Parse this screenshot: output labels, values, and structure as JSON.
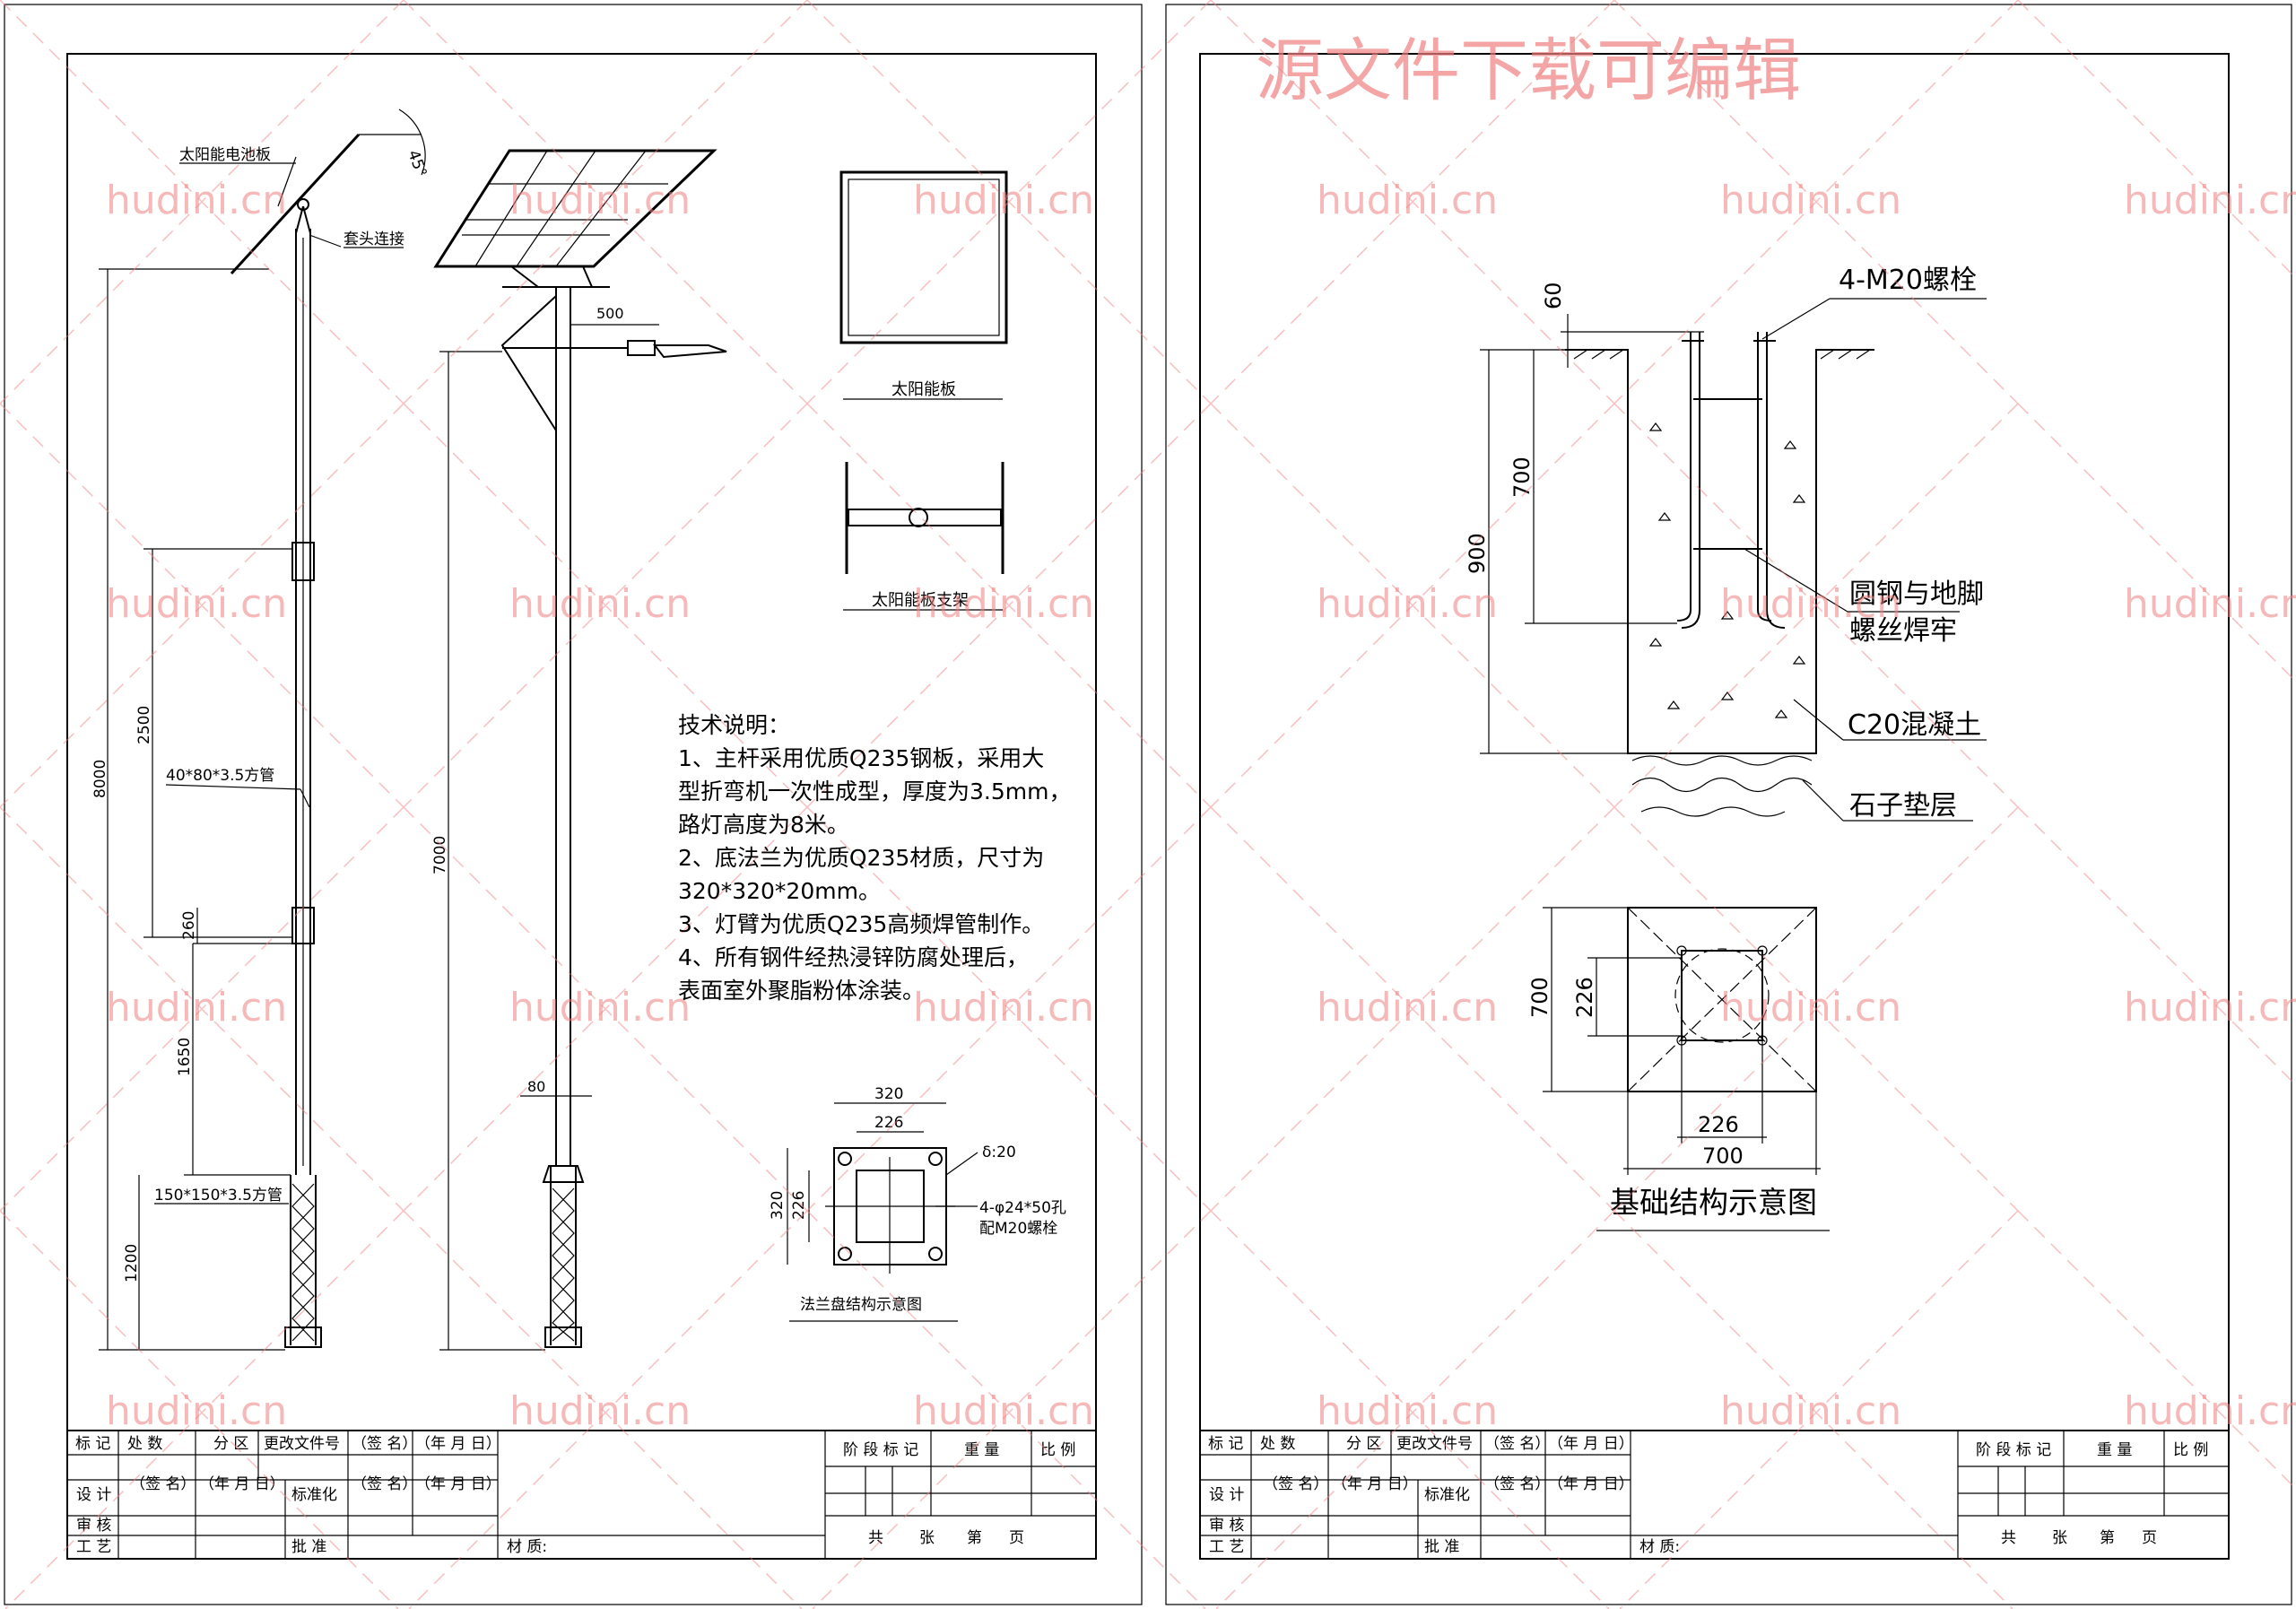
{
  "watermark": {
    "site": "hudini.cn",
    "banner": "源文件下载可编辑",
    "color": "#f08080"
  },
  "left_sheet": {
    "labels": {
      "solar_panel_small": "太阳能电池板",
      "angle": "45°",
      "sleeve_connector": "套头连接",
      "square_tube_40": "40*80*3.5方管",
      "square_tube_150": "150*150*3.5方管",
      "arm_500": "500",
      "pole_80": "80"
    },
    "dims_left": [
      "8000",
      "2500",
      "260",
      "1650",
      "1200"
    ],
    "dims_right": [
      "7000"
    ],
    "panel_caption": "太阳能板",
    "bracket_caption": "太阳能板支架",
    "notes": [
      "技术说明：",
      "1、主杆采用优质Q235钢板，采用大",
      "型折弯机一次性成型，厚度为3.5mm，",
      "路灯高度为8米。",
      "2、底法兰为优质Q235材质，尺寸为",
      "320*320*20mm。",
      "3、灯臂为优质Q235高频焊管制作。",
      "4、所有钢件经热浸锌防腐处理后，",
      "表面室外聚脂粉体涂装。"
    ],
    "flange": {
      "dim_320_top": "320",
      "dim_226_top": "226",
      "dim_320_side": "320",
      "dim_226_side": "226",
      "thickness": "δ:20",
      "holes_1": "4-φ24*50孔",
      "holes_2": "配M20螺栓",
      "caption": "法兰盘结构示意图"
    }
  },
  "right_sheet": {
    "bolt": "4-M20螺栓",
    "dim_60": "60",
    "dim_700_v": "700",
    "dim_900": "900",
    "weld_1": "圆钢与地脚",
    "weld_2": "螺丝焊牢",
    "concrete": "C20混凝土",
    "gravel": "石子垫层",
    "plan_700_v": "700",
    "plan_226_v": "226",
    "plan_226_h": "226",
    "plan_700_h": "700",
    "caption": "基础结构示意图"
  },
  "title_block": {
    "row1": [
      "标 记",
      "处 数",
      "分 区",
      "更改文件号",
      "（签 名）",
      "（年 月 日）"
    ],
    "design": "设 计",
    "sign": "（签 名）",
    "date": "（年 月 日）",
    "standard": "标准化",
    "review": "审 核",
    "craft": "工 艺",
    "approve": "批 准",
    "material": "材 质:",
    "stage": "阶 段 标 记",
    "weight": "重 量",
    "ratio": "比 例",
    "sheets": [
      "共",
      "张",
      "第",
      "页"
    ]
  }
}
